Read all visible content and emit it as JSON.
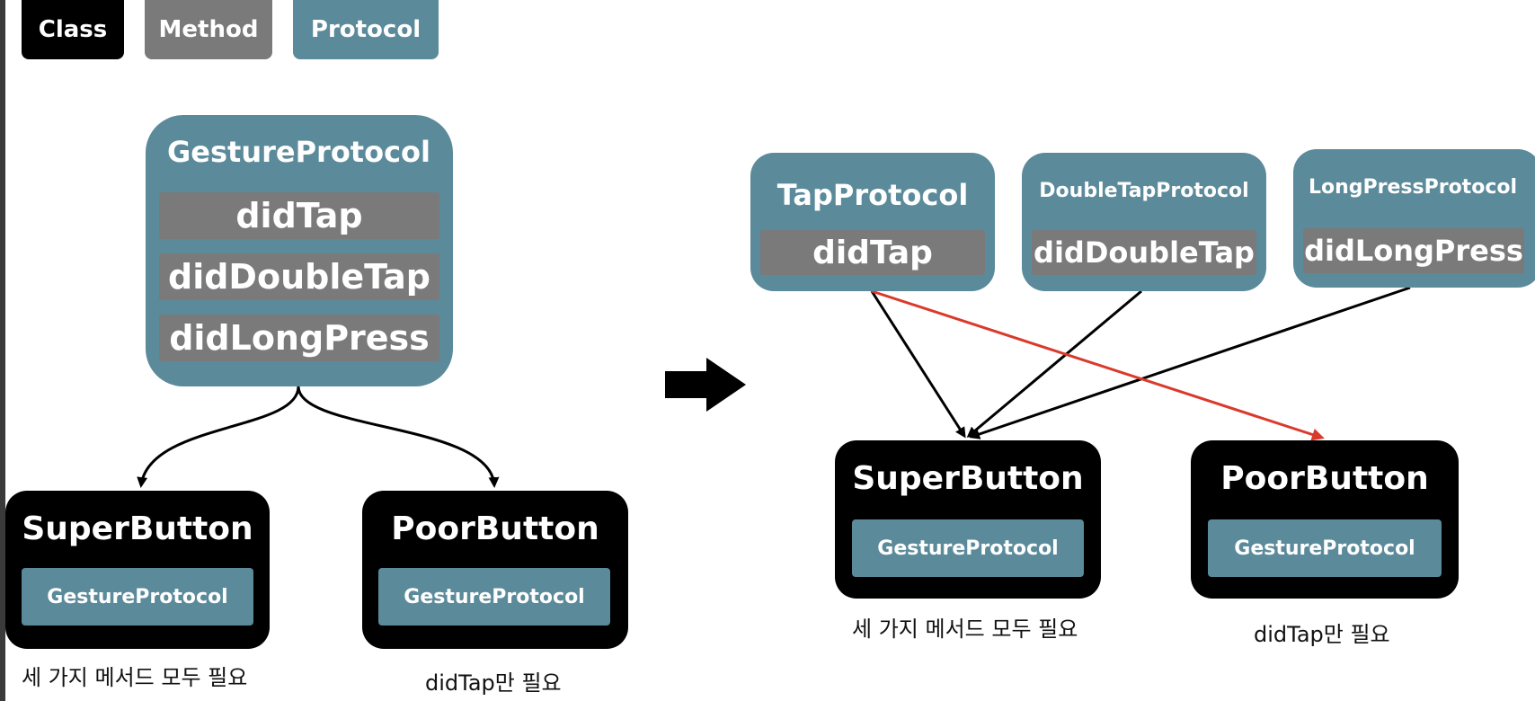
{
  "legend": {
    "class": "Class",
    "method": "Method",
    "protocol": "Protocol"
  },
  "colors": {
    "protocol": "#5b8a9a",
    "method": "#7a7a7a",
    "class": "#000000",
    "highlight_arrow": "#d93a2b"
  },
  "left": {
    "protocol": {
      "title": "GestureProtocol",
      "methods": [
        "didTap",
        "didDoubleTap",
        "didLongPress"
      ]
    },
    "classes": [
      {
        "name": "SuperButton",
        "protocol": "GestureProtocol",
        "caption": "세 가지 메서드 모두 필요"
      },
      {
        "name": "PoorButton",
        "protocol": "GestureProtocol",
        "caption": "didTap만 필요"
      }
    ]
  },
  "right": {
    "protocols": [
      {
        "title": "TapProtocol",
        "method": "didTap"
      },
      {
        "title": "DoubleTapProtocol",
        "method": "didDoubleTap"
      },
      {
        "title": "LongPressProtocol",
        "method": "didLongPress"
      }
    ],
    "classes": [
      {
        "name": "SuperButton",
        "protocol": "GestureProtocol",
        "caption": "세 가지 메서드 모두 필요"
      },
      {
        "name": "PoorButton",
        "protocol": "GestureProtocol",
        "caption": "didTap만 필요"
      }
    ]
  }
}
